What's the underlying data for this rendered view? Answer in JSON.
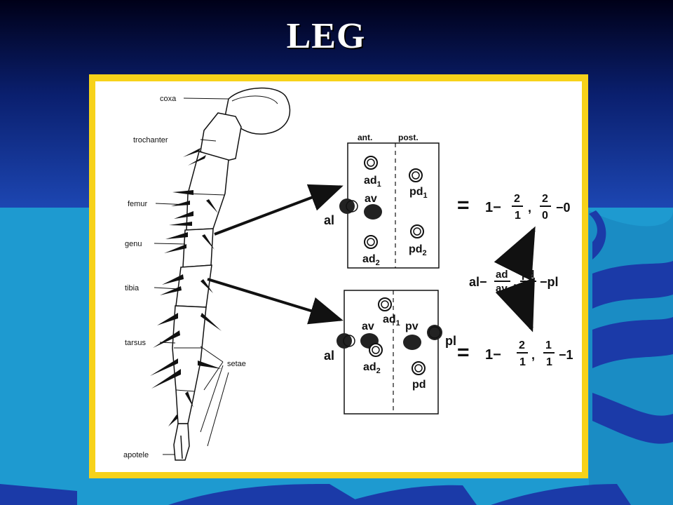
{
  "slide": {
    "title": "LEG"
  },
  "leg_parts": {
    "coxa": "coxa",
    "trochanter": "trochanter",
    "femur": "femur",
    "genu": "genu",
    "tibia": "tibia",
    "tarsus": "tarsus",
    "apotele": "apotele",
    "setae": "setae"
  },
  "panel_top": {
    "ant": "ant.",
    "post": "post.",
    "ad": "ad",
    "ad1_sub": "1",
    "av": "av",
    "al": "al",
    "ad2_sub": "2",
    "pd": "pd",
    "pd1_sub": "1",
    "pd2_sub": "2"
  },
  "panel_bottom": {
    "ad": "ad",
    "ad1_sub": "1",
    "av": "av",
    "al": "al",
    "ad2_sub": "2",
    "pv": "pv",
    "pl": "pl",
    "pd": "pd"
  },
  "formula_top": {
    "eq": "=",
    "lead": "1−",
    "frac1_num": "2",
    "frac1_den": "1",
    "comma": ",",
    "frac2_num": "2",
    "frac2_den": "0",
    "tail": "−0"
  },
  "formula_general": {
    "lead": "al−",
    "frac1_num": "ad",
    "frac1_den": "av",
    "comma": ",",
    "frac2_num": "pd",
    "frac2_den": "pv",
    "tail": "−pl"
  },
  "formula_bottom": {
    "eq": "=",
    "lead": "1−",
    "frac1_num": "2",
    "frac1_den": "1",
    "comma": ",",
    "frac2_num": "1",
    "frac2_den": "1",
    "tail": "−1"
  },
  "colors": {
    "bg_top": "#00002a",
    "bg_mid": "#1b3fa0",
    "bg_water": "#1e9ad0",
    "frame": "#f7d21a"
  }
}
